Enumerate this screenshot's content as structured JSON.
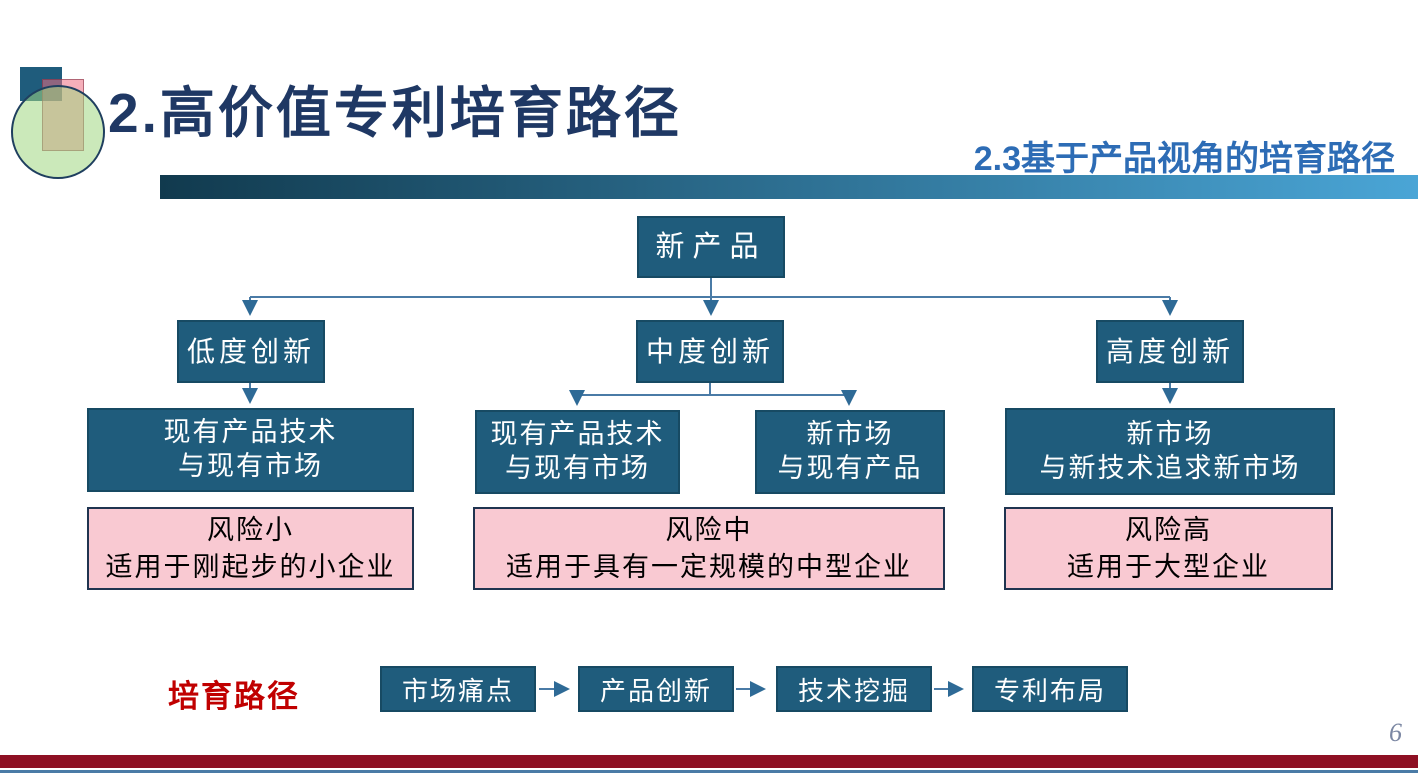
{
  "header": {
    "title": "2.高价值专利培育路径",
    "subtitle": "2.3基于产品视角的培育路径"
  },
  "diagram": {
    "root": "新产品",
    "branch_low": {
      "label": "低度创新",
      "detail": [
        "现有产品技术",
        "与现有市场"
      ],
      "risk": [
        "风险小",
        "适用于刚起步的小企业"
      ]
    },
    "branch_mid": {
      "label": "中度创新",
      "detail_left": [
        "现有产品技术",
        "与现有市场"
      ],
      "detail_right": [
        "新市场",
        "与现有产品"
      ],
      "risk": [
        "风险中",
        "适用于具有一定规模的中型企业"
      ]
    },
    "branch_high": {
      "label": "高度创新",
      "detail": [
        "新市场",
        "与新技术追求新市场"
      ],
      "risk": [
        "风险高",
        "适用于大型企业"
      ]
    }
  },
  "path_flow": {
    "label": "培育路径",
    "steps": [
      "市场痛点",
      "产品创新",
      "技术挖掘",
      "专利布局"
    ]
  },
  "footer": {
    "page_number": "6"
  },
  "colors": {
    "box_teal": "#1f5c7c",
    "risk_pink": "#f9c9d2",
    "pink_border": "#1f3450",
    "connector": "#4a7ba6",
    "title_navy": "#1f3864",
    "subtitle_blue": "#2d6cb5",
    "path_label_red": "#c00000",
    "footer_bar_red": "#8e1023",
    "gradient_start": "#113a4e",
    "gradient_end": "#4aa5d6"
  }
}
